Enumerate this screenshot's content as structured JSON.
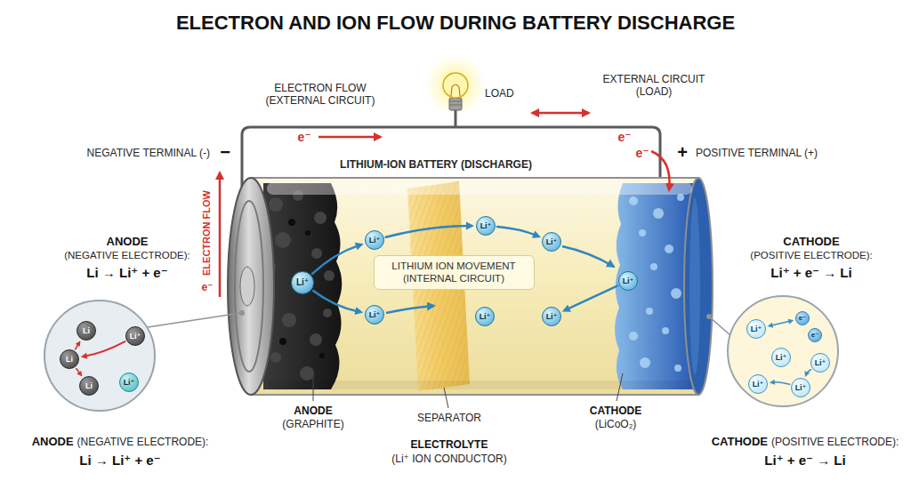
{
  "diagram": {
    "title": "ELECTRON AND ION FLOW DURING BATTERY DISCHARGE",
    "nodes": [
      {
        "text": [
          "Li⁺"
        ]
      },
      {
        "text": [
          "Li⁺"
        ]
      },
      {
        "text": [
          "Li⁺"
        ]
      },
      {
        "text": [
          "LITHIUM ION MOVEMENT (INTERNAL CIRCUIT)"
        ]
      },
      {
        "text": [
          "Li⁺"
        ]
      },
      {
        "text": [
          "Li⁺"
        ]
      },
      {
        "text": [
          "Li⁺"
        ]
      },
      {
        "text": [
          "Li⁺"
        ]
      },
      {
        "text": [
          "Li⁺"
        ]
      },
      {
        "text": [
          "Li"
        ]
      },
      {
        "text": [
          "Li⁺"
        ]
      },
      {
        "text": [
          "Li"
        ]
      },
      {
        "text": [
          "Li"
        ]
      },
      {
        "text": [
          "Li⁺"
        ]
      },
      {
        "text": [
          "Li⁺"
        ]
      },
      {
        "text": [
          "e⁻"
        ]
      },
      {
        "text": [
          "e⁻"
        ]
      },
      {
        "text": [
          "Li⁺"
        ]
      },
      {
        "text": [
          "Li⁺"
        ]
      },
      {
        "text": [
          "Li⁺"
        ]
      },
      {
        "text": [
          "Li⁺"
        ]
      }
    ],
    "edges": [
      {
        "from": 4,
        "to": 0,
        "arrow": "to"
      },
      {
        "from": 4,
        "to": 6,
        "arrow": "to"
      },
      {
        "from": 0,
        "to": 1,
        "arrow": "to"
      },
      {
        "from": 1,
        "to": 2,
        "arrow": "to"
      },
      {
        "from": 5,
        "to": 8,
        "arrow": "to"
      },
      {
        "from": 10,
        "to": 11,
        "arrow": "to"
      },
      {
        "from": 11,
        "to": 9,
        "arrow": "to"
      },
      {
        "from": 11,
        "to": 12,
        "arrow": "to"
      },
      {
        "from": 14,
        "to": 15,
        "arrow": "both"
      },
      {
        "from": 18,
        "to": 20,
        "arrow": "to"
      },
      {
        "from": 20,
        "to": 19,
        "arrow": "to"
      }
    ],
    "labels": [
      "ELECTRON FLOW (EXTERNAL CIRCUIT)",
      "e⁻",
      "LOAD",
      "EXTERNAL CIRCUIT (LOAD)",
      "e⁻",
      "NEGATIVE TERMINAL (-)",
      "−",
      "LITHIUM-ION BATTERY (DISCHARGE)",
      "e⁻",
      "+",
      "POSITIVE TERMINAL (+)",
      "ELECTRON FLOW",
      "e⁻",
      "ANODE",
      "(NEGATIVE ELECTRODE):",
      "Li → Li⁺ + e⁻",
      "CATHODE",
      "(POSITIVE ELECTRODE):",
      "Li⁺ + e⁻ → Li",
      "ANODE",
      "(GRAPHITE)",
      "SEPARATOR",
      "ELECTROLYTE",
      "(Li⁺ ION CONDUCTOR)",
      "CATHODE",
      "(LiCoO₂)",
      "ANODE",
      "(NEGATIVE ELECTRODE):",
      "Li → Li⁺ + e⁻",
      "CATHODE",
      "(POSITIVE ELECTRODE):",
      "Li⁺ + e⁻ → Li"
    ]
  }
}
